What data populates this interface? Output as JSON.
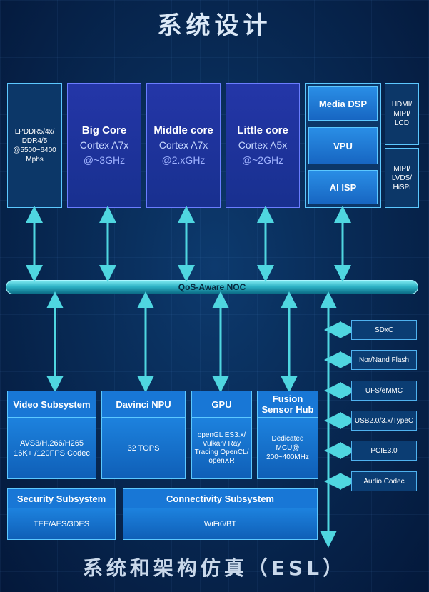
{
  "title": "系统设计",
  "footer": "系统和架构仿真（ESL）",
  "memory": "LPDDR5/4x/ DDR4/5 @5500~6400 Mpbs",
  "cores": [
    {
      "name": "Big Core",
      "arch": "Cortex A7x",
      "freq": "@~3GHz"
    },
    {
      "name": "Middle core",
      "arch": "Cortex A7x",
      "freq": "@2.xGHz"
    },
    {
      "name": "Little core",
      "arch": "Cortex A5x",
      "freq": "@~2GHz"
    }
  ],
  "media": {
    "dsp": "Media DSP",
    "vpu": "VPU",
    "isp": "AI ISP"
  },
  "display": {
    "top": "HDMI/ MIPI/ LCD",
    "bottom": "MIPI/ LVDS/ HiSPi"
  },
  "bus": "QoS-Aware NOC",
  "subsystems": {
    "video": {
      "title": "Video Subsystem",
      "body": "AVS3/H.266/H265 16K+ /120FPS Codec"
    },
    "npu": {
      "title": "Davinci NPU",
      "body": "32 TOPS"
    },
    "gpu": {
      "title": "GPU",
      "body": "openGL ES3.x/ Vulkan/ Ray Tracing OpenCL/ openXR"
    },
    "sensor": {
      "title": "Fusion Sensor Hub",
      "body": "Dedicated MCU@ 200~400MHz"
    },
    "security": {
      "title": "Security Subsystem",
      "body": "TEE/AES/3DES"
    },
    "connectivity": {
      "title": "Connectivity Subsystem",
      "body": "WiFi6/BT"
    }
  },
  "peripherals": [
    "SDxC",
    "Nor/Nand Flash",
    "UFS/eMMC",
    "USB2.0/3.x/TypeC",
    "PCIE3.0",
    "Audio Codec"
  ],
  "colors": {
    "accent": "#5cc8ff",
    "bus": "#2fb4c6",
    "arrow": "#4fd6e0"
  }
}
